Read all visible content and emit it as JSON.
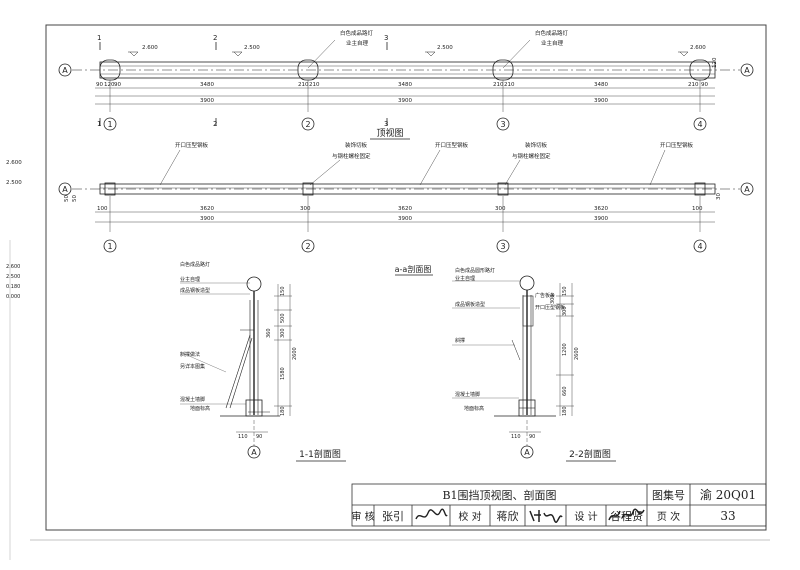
{
  "plan_view": {
    "title": "顶视图",
    "axis_label": "A",
    "grid_ids": [
      "1",
      "2",
      "3",
      "4"
    ],
    "elevation": "2.600",
    "elevation_b": "2.500",
    "light_note": "白色成品路灯",
    "light_note_2": "业主自理",
    "dims_top": [
      "90",
      "120",
      "90",
      "3480",
      "210",
      "210",
      "3480",
      "210",
      "210",
      "3480",
      "210",
      "90"
    ],
    "bay_span": "3900",
    "section_mark_1": "1",
    "section_mark_2": "2",
    "section_mark_3": "3",
    "end_dim": "120"
  },
  "elevation_view": {
    "note_open_deck": "开口压型钢板",
    "note_decor_plate": "装饰切板",
    "note_bolt": "与钢柱螺栓固定",
    "dims": [
      "100",
      "3620",
      "300",
      "3620",
      "300",
      "3620",
      "100"
    ],
    "bay_span": "3900",
    "side_dims": [
      "50",
      "50",
      "30"
    ],
    "side_elevs": [
      "2.600",
      "2.500"
    ]
  },
  "section_aa": {
    "title": "a-a剖面图"
  },
  "section_11": {
    "title": "1-1剖面图",
    "notes": [
      "白色成品路灯",
      "业主自理",
      "成品钢板造型",
      "斜撑做法",
      "另详本图集",
      "混凝土墙脚",
      "地面标高"
    ],
    "dims_v": [
      "150",
      "500",
      "360",
      "300",
      "2600",
      "1580",
      "180"
    ],
    "dims_h": [
      "110",
      "90"
    ],
    "axis_label": "A"
  },
  "section_22": {
    "title": "2-2剖面图",
    "notes": [
      "白色成品圆形路灯",
      "业主自理",
      "广告板条",
      "开口压型钢板",
      "成品钢板造型",
      "斜撑",
      "混凝土墙脚",
      "地面标高"
    ],
    "dims_v": [
      "150",
      "300",
      "300",
      "1200",
      "2600",
      "660",
      "180"
    ],
    "dims_h": [
      "110",
      "90"
    ],
    "axis_label": "A"
  },
  "title_block": {
    "drawing_title": "B1围挡顶视图、剖面图",
    "atlas_label": "图集号",
    "atlas_no": "渝 20Q01",
    "review_label": "审 核",
    "reviewer": "张引",
    "check_label": "校 对",
    "checker": "蒋欣",
    "design_label": "设 计",
    "designer": "谷程贤",
    "page_label": "页 次",
    "page_no": "33"
  },
  "margin_notes": [
    "2.600",
    "2.500",
    "0.180",
    "0.000"
  ]
}
